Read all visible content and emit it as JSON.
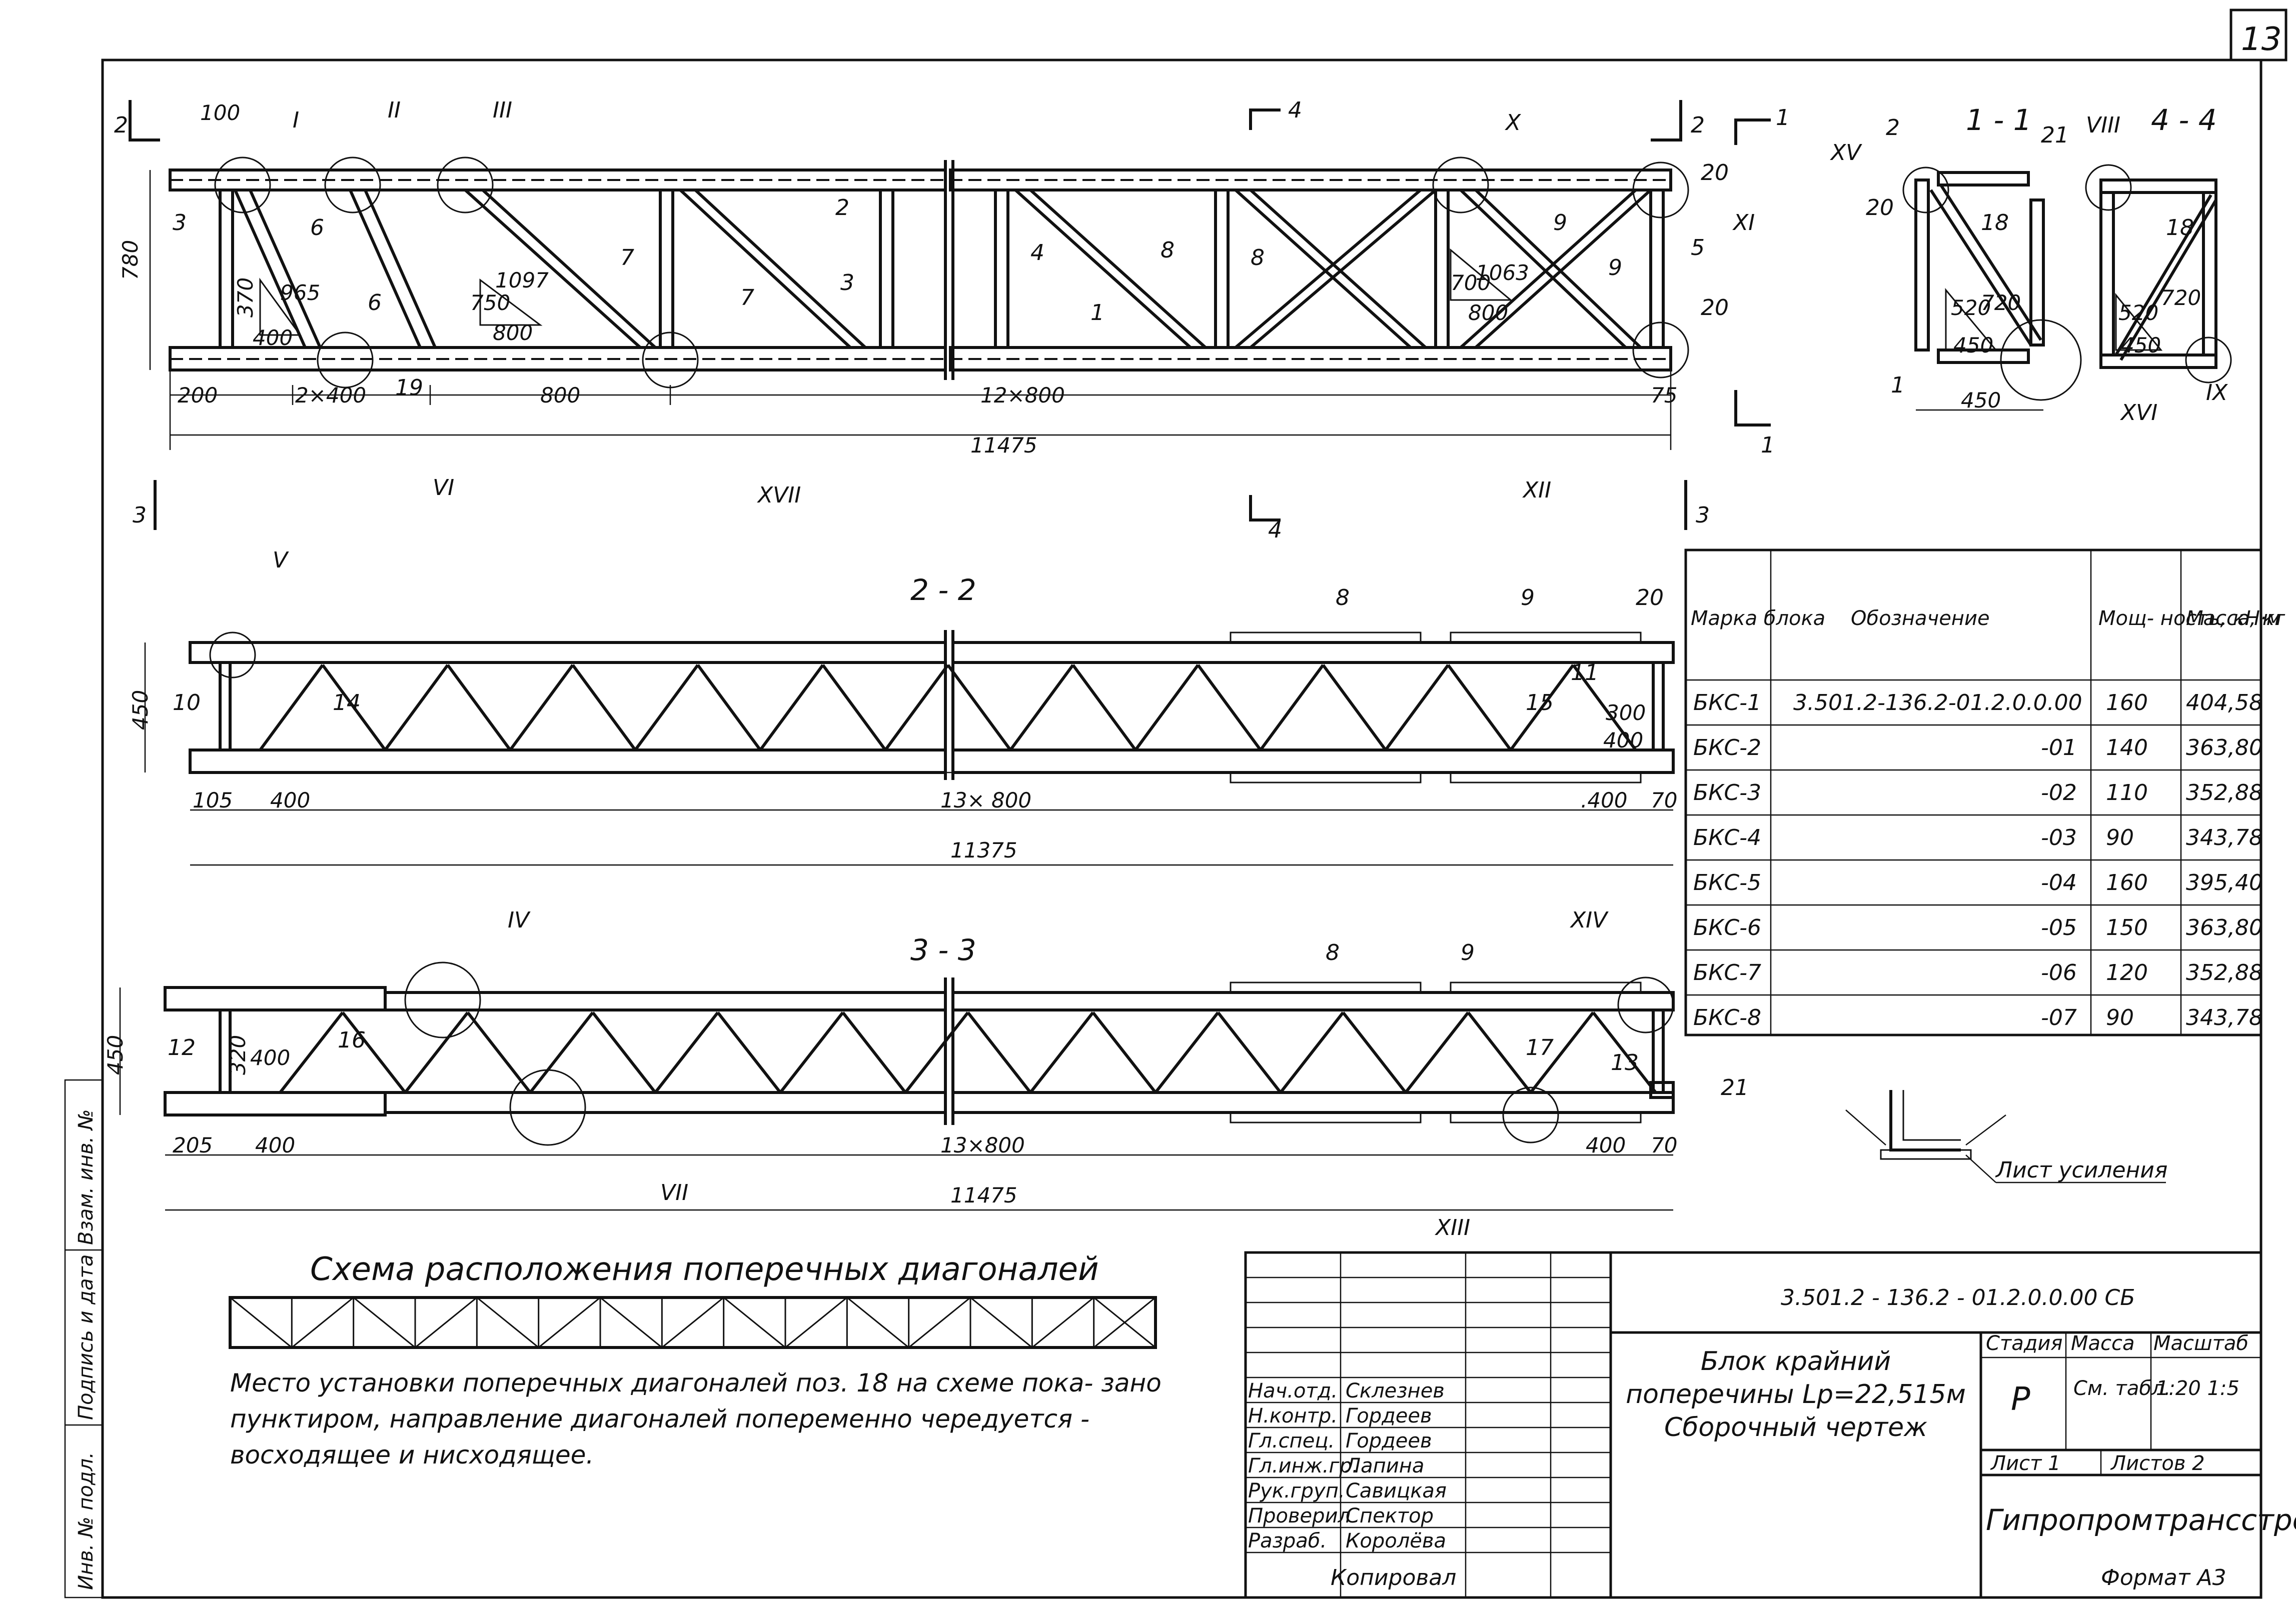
{
  "page_number": "13",
  "top_view": {
    "section_marks": [
      "2",
      "2",
      "3",
      "3",
      "4",
      "4",
      "1",
      "1"
    ],
    "callouts": [
      "I",
      "II",
      "III",
      "X",
      "XI",
      "VI",
      "XVII",
      "XII"
    ],
    "member_labels": [
      "3",
      "6",
      "6",
      "7",
      "7",
      "2",
      "3",
      "4",
      "8",
      "8",
      "9",
      "9",
      "5",
      "20",
      "20",
      "1",
      "19"
    ],
    "triangle_dims": [
      "370",
      "965",
      "400",
      "750",
      "1097",
      "800",
      "700",
      "1063",
      "800"
    ],
    "dims": {
      "height": "780",
      "offset_top": "100",
      "left": "200",
      "span1": "2×400",
      "span2": "800",
      "span3": "12×800",
      "right": "75",
      "total": "11475"
    }
  },
  "section_1_1": {
    "title": "1 - 1",
    "labels": [
      "XV",
      "2",
      "21",
      "20",
      "18",
      "1",
      "XVI"
    ],
    "tri": [
      "520",
      "720",
      "450"
    ],
    "width": "450"
  },
  "section_4_4": {
    "title": "4 - 4",
    "labels": [
      "VIII",
      "18",
      "IX"
    ],
    "tri": [
      "520",
      "720",
      "450"
    ]
  },
  "view_2_2": {
    "title": "2 - 2",
    "labels": [
      "V",
      "8",
      "9",
      "20",
      "10",
      "14",
      "11",
      "15"
    ],
    "tri": [
      "300",
      "400"
    ],
    "dims": {
      "height": "450",
      "left": "105",
      "span1": "400",
      "span2": "13× 800",
      "span3": ".400",
      "right": "70",
      "total": "11375"
    }
  },
  "view_3_3": {
    "title": "3 - 3",
    "labels": [
      "IV",
      "XIV",
      "8",
      "9",
      "12",
      "16",
      "17",
      "13",
      "21",
      "VII",
      "XIII"
    ],
    "tri": [
      "320",
      "400"
    ],
    "dims": {
      "height": "450",
      "left": "205",
      "span1": "400",
      "span2": "13×800",
      "span3": "400",
      "right": "70",
      "total": "11475"
    }
  },
  "reinforcement_label": "Лист усиления",
  "table": {
    "headers": [
      "Марка блока",
      "Обозначение",
      "Мощ- ность, кН·м",
      "Масса, кг"
    ],
    "rows": [
      {
        "mark": "БКС-1",
        "designation": "3.501.2-136.2-01.2.0.0.00",
        "power": "160",
        "mass": "404,58"
      },
      {
        "mark": "БКС-2",
        "designation": "-01",
        "power": "140",
        "mass": "363,80"
      },
      {
        "mark": "БКС-3",
        "designation": "-02",
        "power": "110",
        "mass": "352,88"
      },
      {
        "mark": "БКС-4",
        "designation": "-03",
        "power": "90",
        "mass": "343,78"
      },
      {
        "mark": "БКС-5",
        "designation": "-04",
        "power": "160",
        "mass": "395,40"
      },
      {
        "mark": "БКС-6",
        "designation": "-05",
        "power": "150",
        "mass": "363,80"
      },
      {
        "mark": "БКС-7",
        "designation": "-06",
        "power": "120",
        "mass": "352,88"
      },
      {
        "mark": "БКС-8",
        "designation": "-07",
        "power": "90",
        "mass": "343,78"
      }
    ]
  },
  "scheme": {
    "title": "Схема расположения поперечных диагоналей",
    "note": "Место установки поперечных диагоналей поз. 18 на схеме пока- зано пунктиром, направление диагоналей попеременно чередуется - восходящее и нисходящее."
  },
  "title_block": {
    "code": "3.501.2 - 136.2 - 01.2.0.0.00 СБ",
    "name": "Блок крайний поперечины Lр=22,515м Сборочный чертеж",
    "stage_label": "Стадия",
    "mass_label": "Масса",
    "scale_label": "Масштаб",
    "stage": "Р",
    "mass": "См. табл.",
    "scale": "1:20 1:5",
    "sheet": "Лист 1",
    "sheets": "Листов 2",
    "org": "Гипропромтрансстрой",
    "staff": [
      {
        "role": "Нач.отд.",
        "name": "Склезнев"
      },
      {
        "role": "Н.контр.",
        "name": "Гордеев"
      },
      {
        "role": "Гл.спец.",
        "name": "Гордеев"
      },
      {
        "role": "Гл.инж.гр.",
        "name": "Лапина"
      },
      {
        "role": "Рук.груп.",
        "name": "Савицкая"
      },
      {
        "role": "Проверил",
        "name": "Спектор"
      },
      {
        "role": "Разраб.",
        "name": "Королёва"
      }
    ]
  },
  "footer": {
    "copied": "Копировал",
    "format": "Формат А3"
  },
  "side_stamp": {
    "a": "Инв. № подл.",
    "b": "Подпись и дата",
    "c": "Взам. инв. №"
  }
}
